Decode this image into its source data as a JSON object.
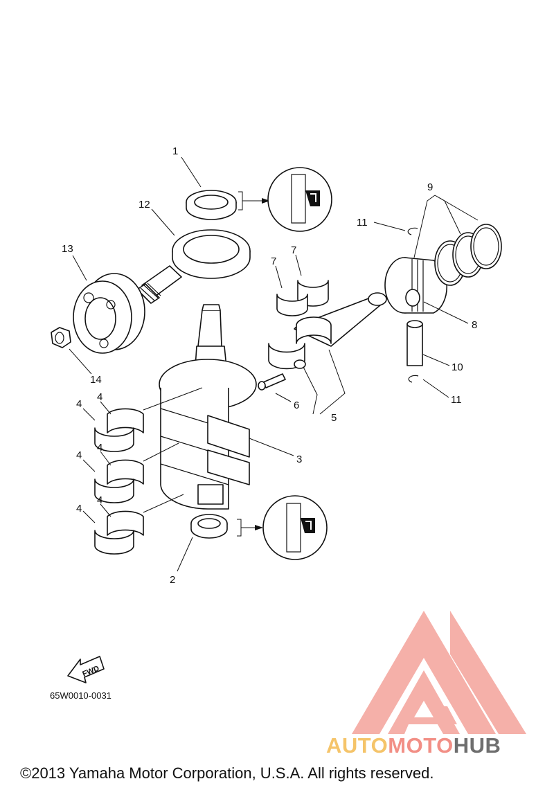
{
  "diagram": {
    "part_numbers": {
      "p1": "1",
      "p2": "2",
      "p3": "3",
      "p4a": "4",
      "p4b": "4",
      "p4c": "4",
      "p4d": "4",
      "p4e": "4",
      "p4f": "4",
      "p5": "5",
      "p6": "6",
      "p7a": "7",
      "p7b": "7",
      "p8": "8",
      "p9": "9",
      "p10": "10",
      "p11a": "11",
      "p11b": "11",
      "p12": "12",
      "p13": "13",
      "p14": "14"
    },
    "fwd_label": "FWD",
    "diagram_code": "65W0010-0031"
  },
  "watermark": {
    "logo_icon": "automotohub-triangle-logo",
    "text_auto": "AUTO",
    "text_moto": "MOTO",
    "text_hub": "HUB",
    "colors": {
      "auto": "#f5c46a",
      "moto": "#f28f86",
      "hub": "#6e6e6e",
      "logo": "#f4a39b"
    }
  },
  "footer": {
    "copyright": "©2013 Yamaha Motor Corporation, U.S.A. All rights reserved."
  }
}
